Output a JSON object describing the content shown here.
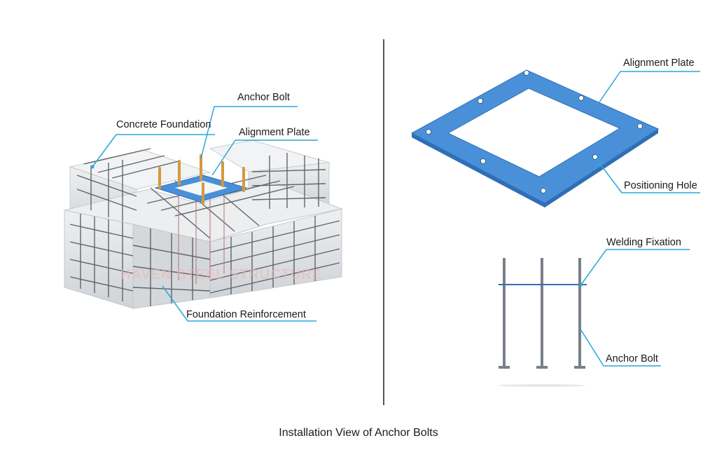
{
  "caption": "Installation View of Anchor Bolts",
  "colors": {
    "leader": "#2aa6d8",
    "plate": "#4a90d9",
    "plate_edge": "#2f6fb5",
    "rebar": "#4a4f55",
    "concrete": "#d9dcde",
    "bolt_gold": "#d39a3c",
    "bolt_steel": "#7a8088"
  },
  "left_diagram": {
    "labels": {
      "concrete_foundation": "Concrete Foundation",
      "anchor_bolt": "Anchor Bolt",
      "alignment_plate": "Alignment Plate",
      "foundation_reinforcement": "Foundation Reinforcement"
    },
    "watermark": "HAVEN STEEL STRUCTURE"
  },
  "right_top_diagram": {
    "labels": {
      "alignment_plate": "Alignment Plate",
      "positioning_hole": "Positioning Hole"
    }
  },
  "right_bottom_diagram": {
    "labels": {
      "welding_fixation": "Welding Fixation",
      "anchor_bolt": "Anchor Bolt"
    }
  }
}
